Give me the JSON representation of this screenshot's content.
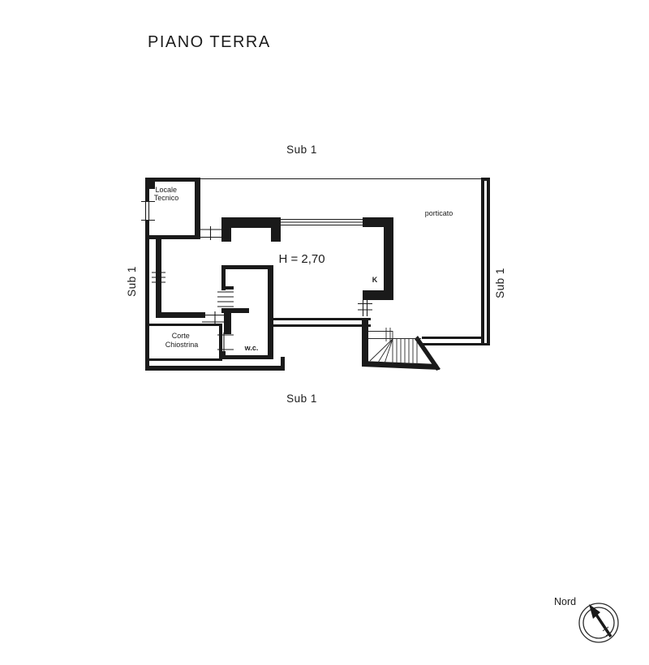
{
  "page": {
    "title": "PIANO TERRA"
  },
  "plan": {
    "height_label": "H = 2,70",
    "sub_label_top": "Sub 1",
    "sub_label_bottom": "Sub 1",
    "sub_label_left": "Sub 1",
    "sub_label_right": "Sub 1",
    "rooms": {
      "locale_tecnico_line1": "Locale",
      "locale_tecnico_line2": "Tecnico",
      "porticato": "porticato",
      "kitchen": "K",
      "wc": "w.c.",
      "corte_line1": "Corte",
      "corte_line2": "Chiostrina"
    }
  },
  "compass": {
    "label": "Nord"
  },
  "colors": {
    "ink": "#1a1a1a",
    "background": "#ffffff"
  }
}
